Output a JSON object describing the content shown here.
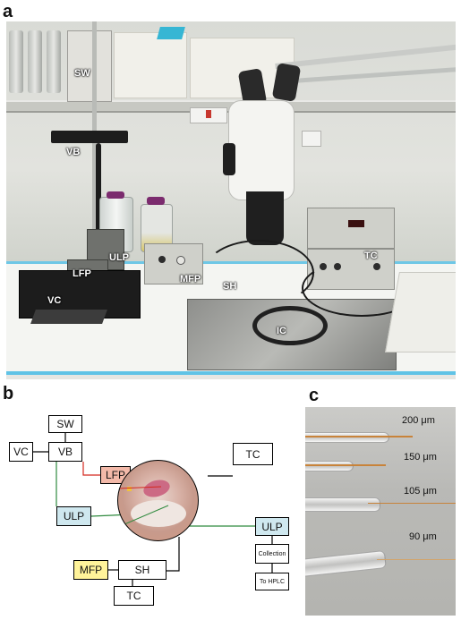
{
  "panels": {
    "a": "a",
    "b": "b",
    "c": "c"
  },
  "photo_labels": {
    "sw": "SW",
    "vb": "VB",
    "ulp": "ULP",
    "lfp": "LFP",
    "vc": "VC",
    "mfp": "MFP",
    "sh": "SH",
    "ic": "IC",
    "tc": "TC"
  },
  "diagram": {
    "sw": "SW",
    "vb": "VB",
    "vc": "VC",
    "lfp": "LFP",
    "ulp_left": "ULP",
    "tc_top": "TC",
    "ulp_right": "ULP",
    "collection": "Collection",
    "to_hplc": "To HPLC",
    "mfp": "MFP",
    "sh": "SH",
    "tc_bottom": "TC"
  },
  "capillaries": [
    {
      "label": "200 μm"
    },
    {
      "label": "150 μm"
    },
    {
      "label": "105 μm"
    },
    {
      "label": "90 μm"
    }
  ],
  "colors": {
    "line_black": "#000000",
    "line_green": "#2f8a3e",
    "line_red": "#d4281e",
    "lfp_fill": "#f3b9a9",
    "ulp_fill": "#cfe8ef",
    "mfp_fill": "#fff39a",
    "pad_blue": "#6ec7e6"
  }
}
